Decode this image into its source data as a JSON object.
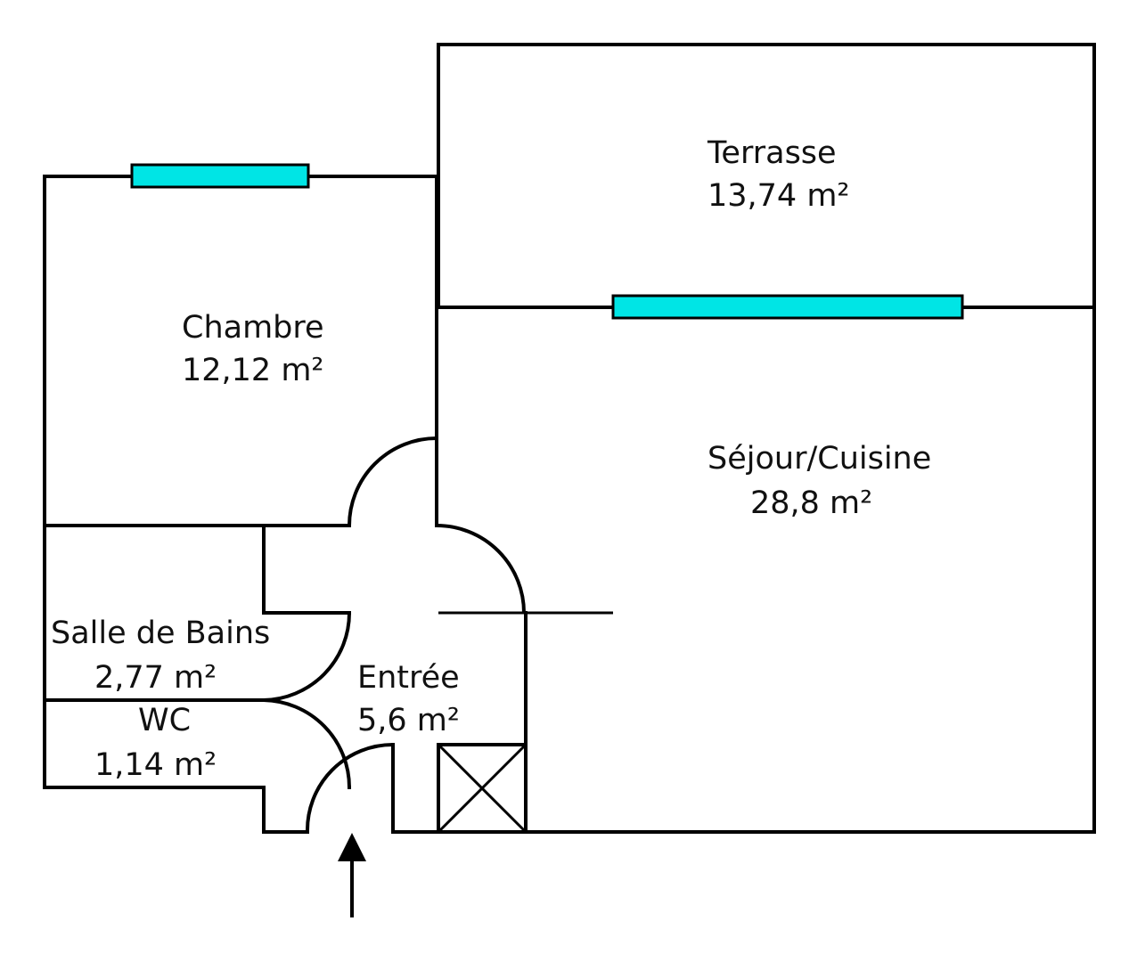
{
  "rooms": {
    "terrasse": {
      "name": "Terrasse",
      "area": "13,74  m²"
    },
    "chambre": {
      "name": "Chambre",
      "area": "12,12  m²"
    },
    "sejour": {
      "name": "Séjour/Cuisine",
      "area": "28,8  m²"
    },
    "salle_de_bains": {
      "name": "Salle de Bains",
      "area": "2,77  m²"
    },
    "entree": {
      "name": "Entrée",
      "area": "5,6  m²"
    },
    "wc": {
      "name": "WC",
      "area": "1,14  m²"
    }
  },
  "colors": {
    "wall": "#000000",
    "window": "#00e5e5",
    "background": "#ffffff"
  }
}
